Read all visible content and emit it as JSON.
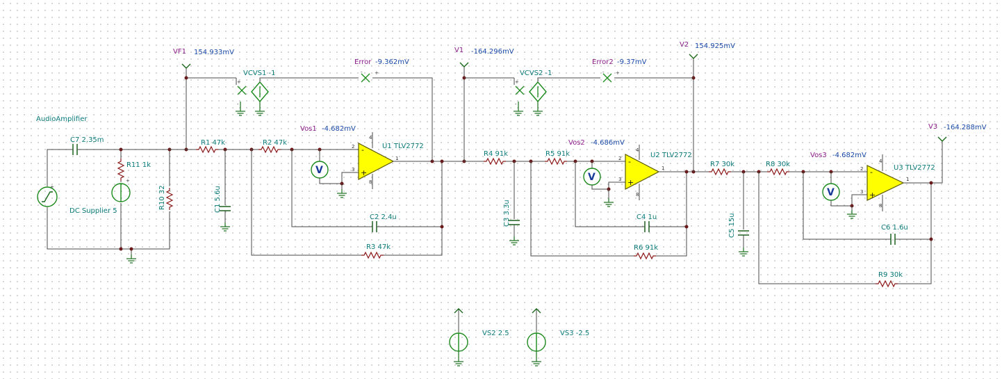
{
  "components": {
    "audio": "AudioAmplifier",
    "c7": "C7 2.35m",
    "r11": "R11 1k",
    "r10": "R10 32",
    "dc": "DC Supplier 5",
    "r1": "R1 47k",
    "c1": "C1 5.6u",
    "r2": "R2 47k",
    "c2": "C2 2.4u",
    "r3": "R3 47k",
    "u1": "U1 TLV2772",
    "vcvs1": "VCVS1 -1",
    "r4": "R4 91k",
    "c3": "C3 3.3u",
    "r5": "R5 91k",
    "c4": "C4 1u",
    "r6": "R6 91k",
    "u2": "U2 TLV2772",
    "vcvs2": "VCVS2 -1",
    "r7": "R7 30k",
    "c5": "C5 15u",
    "r8": "R8 30k",
    "c6": "C6 1.6u",
    "r9": "R9 30k",
    "u3": "U3 TLV2772",
    "vs2": "VS2 2.5",
    "vs3": "VS3 -2.5"
  },
  "probes": {
    "vf1": {
      "name": "VF1",
      "value": "154.933mV"
    },
    "v1": {
      "name": "V1",
      "value": "-164.296mV"
    },
    "v2": {
      "name": "V2",
      "value": "154.925mV"
    },
    "v3": {
      "name": "V3",
      "value": "-164.288mV"
    },
    "error": {
      "name": "Error",
      "value": "-9.362mV"
    },
    "error2": {
      "name": "Error2",
      "value": "-9.37mV"
    },
    "vos1": {
      "name": "Vos1",
      "value": "-4.682mV"
    },
    "vos2": {
      "name": "Vos2",
      "value": "-4.686mV"
    },
    "vos3": {
      "name": "Vos3",
      "value": "-4.682mV"
    }
  },
  "glyphs": {
    "voltmeter": "V",
    "plus": "+",
    "minus": "-"
  },
  "colors": {
    "wire": "#4a4a4a",
    "opamp_fill": "#ffff00",
    "component_label": "#0a7a7a",
    "probe_label": "#8a1a8a",
    "value": "#1a4aa8",
    "ground": "#2a7a2a"
  }
}
